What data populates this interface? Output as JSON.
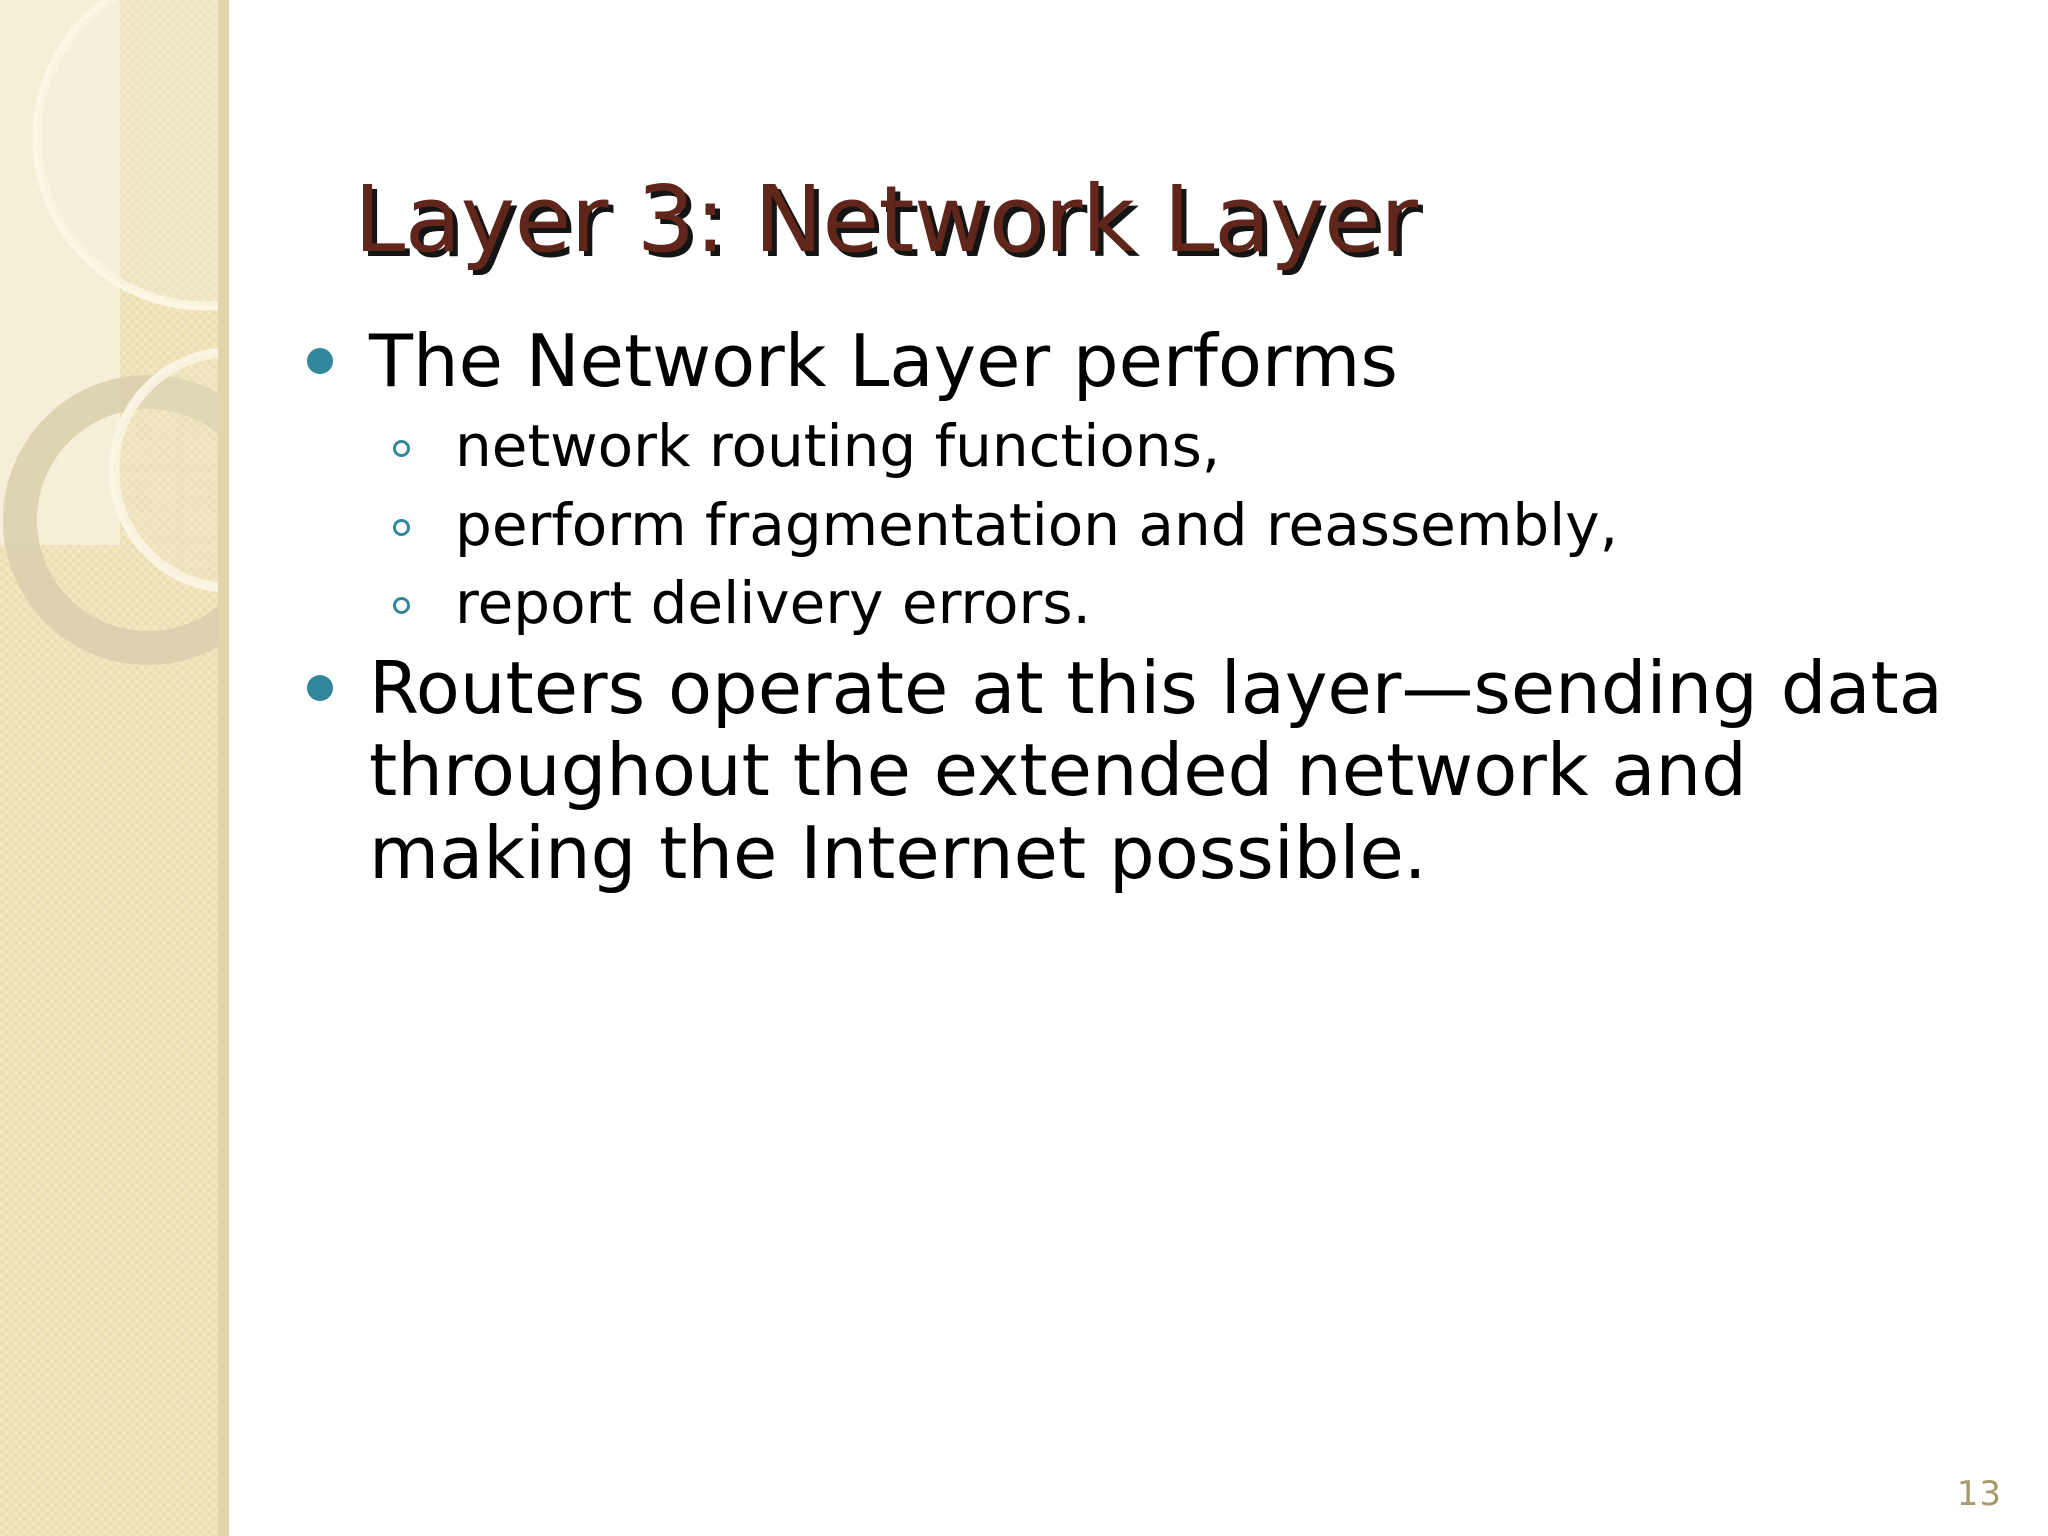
{
  "slide": {
    "title": "Layer 3: Network Layer",
    "page_number": "13",
    "theme": {
      "title_color": "#60261c",
      "title_shadow_color": "#000000",
      "bullet_color": "#31879c",
      "sub_bullet_color": "#31879c",
      "body_text_color": "#000000",
      "page_number_color": "#a69a6e",
      "sidebar_base_color": "#efe4bc",
      "sidebar_accent_color": "#e4d9ae",
      "sidebar_ring_color": "#d8cfae",
      "sidebar_highlight_color": "#fdf8e6",
      "background_color": "#ffffff"
    },
    "bullets": [
      {
        "level": 1,
        "text": "The Network Layer performs",
        "sub_bullets": [
          {
            "level": 2,
            "text": "network routing functions,"
          },
          {
            "level": 2,
            "text": "perform fragmentation and reassembly,"
          },
          {
            "level": 2,
            "text": "report delivery errors."
          }
        ]
      },
      {
        "level": 1,
        "text": "Routers operate at this layer—sending data throughout the extended network and making the Internet possible.",
        "sub_bullets": []
      }
    ]
  }
}
